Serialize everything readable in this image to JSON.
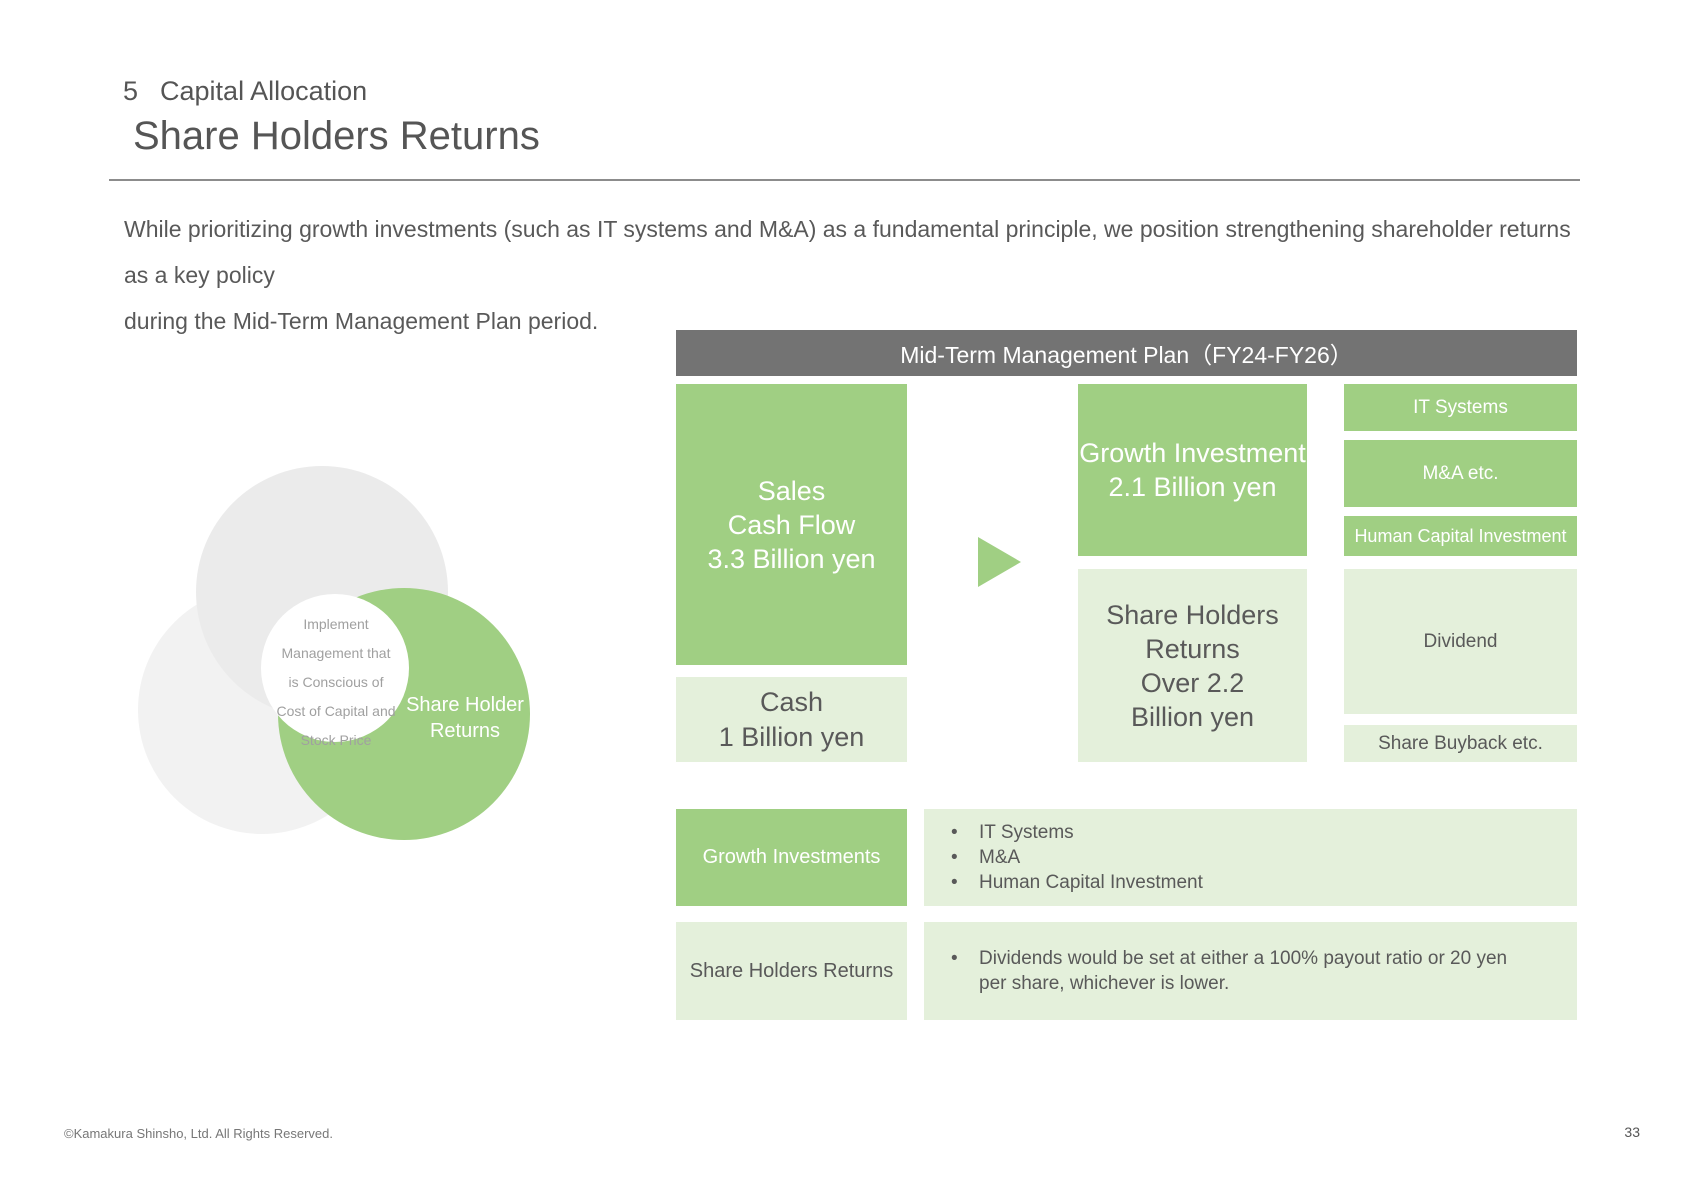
{
  "header": {
    "section_number": "5",
    "section_name": "Capital Allocation",
    "title": "Share Holders Returns"
  },
  "intro": {
    "line1": "While prioritizing growth investments (such as IT systems and M&A) as a fundamental principle, we position strengthening shareholder returns as a key policy",
    "line2": "during the Mid-Term Management Plan period."
  },
  "venn": {
    "center_lines": [
      "Implement",
      "Management that",
      "is Conscious of",
      "Cost of Capital and",
      "Stock Price"
    ],
    "highlight_lines": [
      "Share Holder",
      "Returns"
    ]
  },
  "plan": {
    "header": "Mid-Term Management Plan（FY24-FY26）",
    "sales": [
      "Sales",
      "Cash Flow",
      "3.3 Billion yen"
    ],
    "cash": [
      "Cash",
      "1 Billion yen"
    ],
    "growth": [
      "Growth Investment",
      "2.1 Billion yen"
    ],
    "returns": [
      "Share Holders",
      "Returns",
      "Over 2.2",
      "Billion yen"
    ],
    "it_systems": "IT Systems",
    "ma": "M&A etc.",
    "human_capital": "Human Capital Investment",
    "dividend": "Dividend",
    "buyback": "Share Buyback etc."
  },
  "details": {
    "growth_label": "Growth Investments",
    "growth_items": [
      "IT Systems",
      "M&A",
      "Human Capital Investment"
    ],
    "returns_label": "Share Holders Returns",
    "returns_items": [
      "Dividends would be set at either a 100% payout ratio or 20 yen per share, whichever is lower."
    ]
  },
  "footer": {
    "copyright": "©Kamakura Shinsho, Ltd. All Rights Reserved.",
    "page_number": "33"
  },
  "colors": {
    "green": "#a0cf83",
    "light_green": "#e4f0db",
    "header_gray": "#737373",
    "circle_gray": "#ebebeb",
    "circle_light": "#f2f2f2"
  }
}
